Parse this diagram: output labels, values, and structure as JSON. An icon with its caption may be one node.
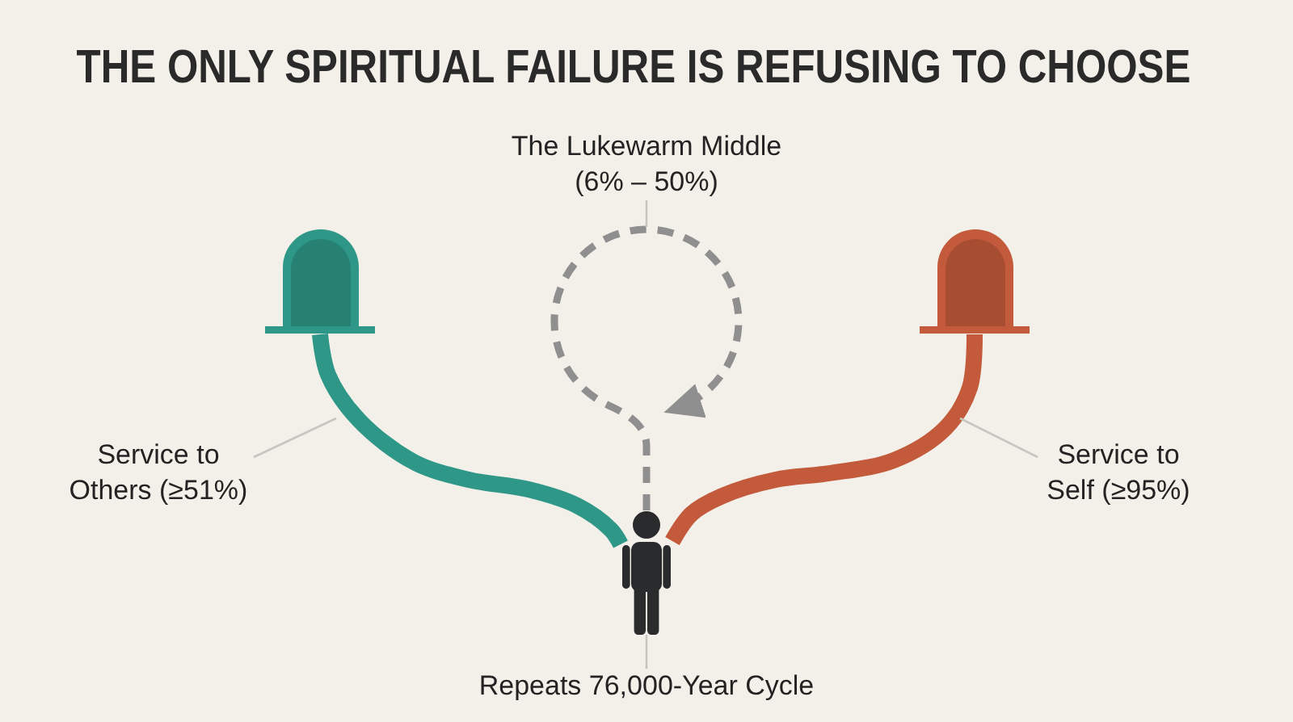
{
  "diagram": {
    "title": "THE ONLY SPIRITUAL FAILURE IS REFUSING TO CHOOSE",
    "nodes": [
      {
        "text": [
          "The Lukewarm Middle (6% – 50%)"
        ]
      },
      {
        "text": [],
        "shape": "arch"
      },
      {
        "text": [],
        "shape": "arch"
      },
      {
        "text": [
          "Service to Others (≥51%)"
        ]
      },
      {
        "text": [
          "Service to Self (≥95%)"
        ]
      },
      {
        "text": [],
        "shape": "person"
      },
      {
        "text": [
          "Repeats 76,000-Year Cycle"
        ]
      }
    ],
    "edges": [
      {
        "from": 5,
        "to": 1,
        "arrow": "none",
        "style": "thick",
        "color": "#2e9787"
      },
      {
        "from": 5,
        "to": 2,
        "arrow": "none",
        "style": "thick",
        "color": "#c35a3b"
      },
      {
        "from": 5,
        "to": null,
        "arrow": "to",
        "style": "dashed",
        "color": "#8f8f8f"
      },
      {
        "from": 0,
        "to": null,
        "arrow": "none"
      },
      {
        "from": 3,
        "to": null,
        "arrow": "none"
      },
      {
        "from": 4,
        "to": null,
        "arrow": "none"
      },
      {
        "from": 6,
        "to": 5,
        "arrow": "none"
      }
    ]
  }
}
